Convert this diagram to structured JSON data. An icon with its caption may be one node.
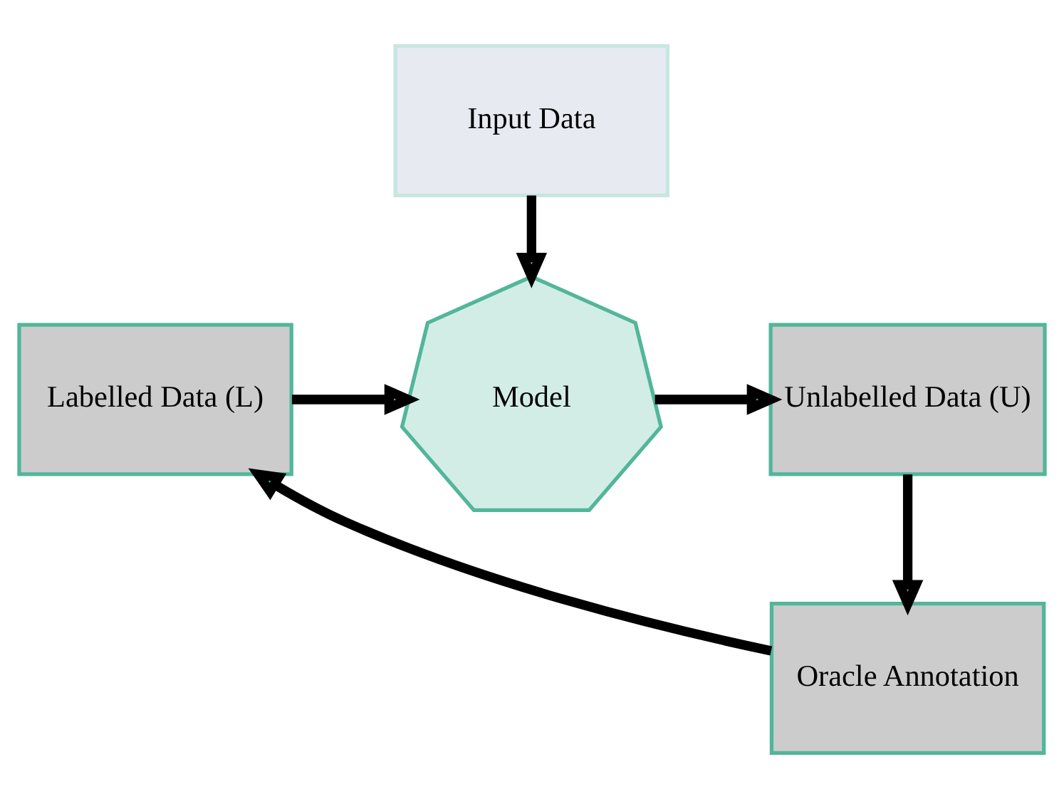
{
  "diagram": {
    "nodes": [
      {
        "text": [
          "Input Data"
        ]
      },
      {
        "text": [
          "Model"
        ]
      },
      {
        "text": [
          "Labelled Data (L)"
        ]
      },
      {
        "text": [
          "Unlabelled Data (U)"
        ]
      },
      {
        "text": [
          "Oracle Annotation"
        ]
      }
    ],
    "edges": [
      {
        "from": 0,
        "to": 1,
        "arrow": "to"
      },
      {
        "from": 2,
        "to": 1,
        "arrow": "to"
      },
      {
        "from": 1,
        "to": 3,
        "arrow": "to"
      },
      {
        "from": 3,
        "to": 4,
        "arrow": "to"
      },
      {
        "from": 4,
        "to": 2,
        "arrow": "to"
      }
    ]
  }
}
